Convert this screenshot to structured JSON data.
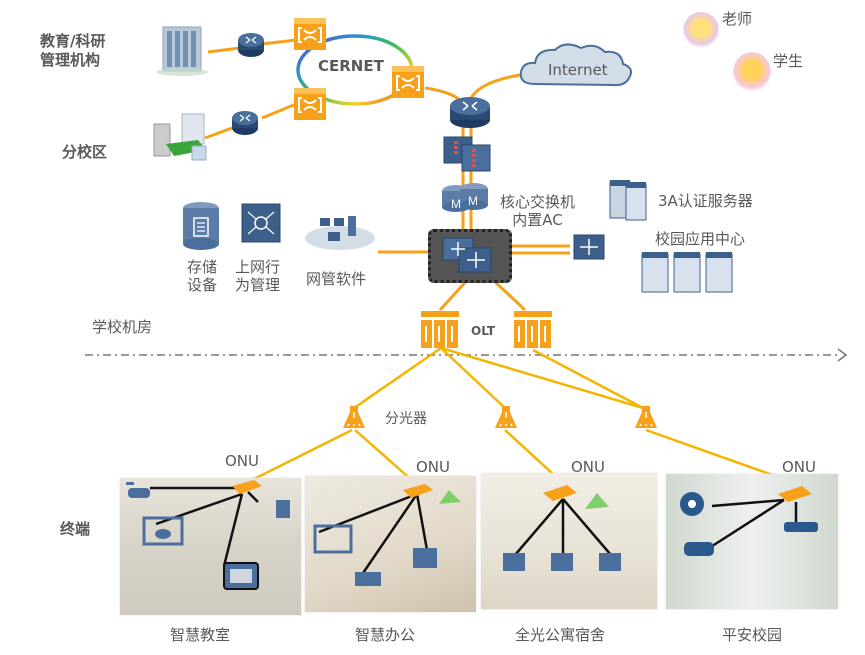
{
  "title": "校园网络拓扑",
  "left_labels": {
    "edu_org": "教育/科研\n管理机构",
    "branch": "分校区",
    "machine_room": "学校机房",
    "terminal": "终端"
  },
  "core": {
    "cernet": "CERNET",
    "internet": "Internet",
    "core_switch": "核心交换机\n内置AC",
    "olt": "OLT",
    "splitter": "分光器"
  },
  "users": {
    "teacher": "老师",
    "student": "学生"
  },
  "servers": {
    "aaa": "3A认证服务器",
    "app_center": "校园应用中心"
  },
  "management": {
    "storage": "存储\n设备",
    "behavior": "上网行\n为管理",
    "nms": "网管软件"
  },
  "onu_label": "ONU",
  "scenes": [
    {
      "name": "智慧教室"
    },
    {
      "name": "智慧办公"
    },
    {
      "name": "全光公寓宿舍"
    },
    {
      "name": "平安校园"
    }
  ],
  "colors": {
    "fiber": "#f5b400",
    "link": "#f7a11a",
    "device_blue": "#3d5f8c",
    "orange_device": "#f7a11a",
    "text": "#595959"
  }
}
